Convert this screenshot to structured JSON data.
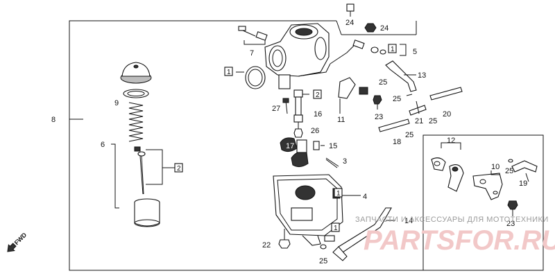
{
  "callouts": {
    "c1": "1",
    "c2": "2",
    "c3": "3",
    "c4": "4",
    "c5": "5",
    "c6": "6",
    "c7": "7",
    "c8": "8",
    "c9": "9",
    "c10": "10",
    "c11": "11",
    "c12": "12",
    "c13": "13",
    "c14": "14",
    "c15": "15",
    "c16": "16",
    "c17": "17",
    "c18": "18",
    "c19": "19",
    "c20": "20",
    "c21": "21",
    "c22": "22",
    "c23a": "23",
    "c23b": "23",
    "c24a": "24",
    "c24b": "24",
    "c25a": "25",
    "c25b": "25",
    "c25c": "25",
    "c25d": "25",
    "c25e": "25",
    "c25f": "25",
    "c26": "26",
    "c27": "27"
  },
  "boxed_refs": {
    "b1_left": "1",
    "b1_top": "1",
    "b1_bowl": "1",
    "b1_bottom": "1",
    "b2_top": "2",
    "b2_left": "2"
  },
  "direction_marker": "FWD",
  "watermark": {
    "caption": "ЗАПЧАСТИ И АКСЕССУАРЫ ДЛЯ МОТОТЕХНИКИ",
    "brand": "PARTSFOR.RU"
  },
  "icons": [
    "fwd-arrow-icon"
  ]
}
